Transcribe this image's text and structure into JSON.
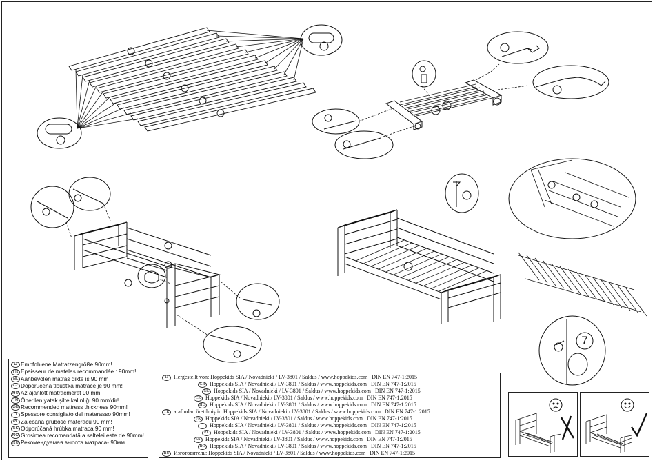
{
  "mattress_note": [
    {
      "code": "D",
      "text": "Empfohlene Matratzengröße 90mm!"
    },
    {
      "code": "FR",
      "text": "Epaisseur de matelas recommandée : 90mm!"
    },
    {
      "code": "NL",
      "text": "Aanbevolen matras dikte is 90 mm"
    },
    {
      "code": "CZ",
      "text": "Doporučená tloušťka matrace je 90 mm!"
    },
    {
      "code": "HU",
      "text": "Az ajánlott matracméret 90 mm!"
    },
    {
      "code": "TR",
      "text": "Önerilen yatak şilte kalınlığı 90 mm'dir!"
    },
    {
      "code": "GB",
      "text": "Recommended mattress thickness 90mm!"
    },
    {
      "code": "IT",
      "text": "Spessore consigliato del materasso 90mm!"
    },
    {
      "code": "PL",
      "text": "Zalecana grubość materacu 90 mm!"
    },
    {
      "code": "SK",
      "text": "Odporúčaná hrúbka matraca 90 mm!"
    },
    {
      "code": "RO",
      "text": "Grosimea recomandată a saltelei este de 90mm!"
    },
    {
      "code": "RU",
      "text": "Рекомендуемая высота матраса- 90мм"
    }
  ],
  "manufacturer_note": [
    {
      "code": "D",
      "prefix": "Hergestellt von:",
      "text": "Hoppekids SIA / Novadnieki / LV-3801 / Saldus / www.hoppekids.com",
      "standard": "DIN EN 747-1:2015"
    },
    {
      "code": "GB",
      "prefix": "",
      "text": "Hoppekids SIA / Novadnieki / LV-3801 / Saldus / www.hoppekids.com",
      "standard": "DIN EN 747-1:2015"
    },
    {
      "code": "NL",
      "prefix": "",
      "text": "Hoppekids SIA / Novadnieki / LV-3801 / Saldus / www.hoppekids.com",
      "standard": "DIN EN 747-1:2015"
    },
    {
      "code": "CZ",
      "prefix": "",
      "text": "Hoppekids SIA / Novadnieki / LV-3801 / Saldus / www.hoppekids.com",
      "standard": "DIN EN 747-1:2015"
    },
    {
      "code": "HU",
      "prefix": "",
      "text": "Hoppekids SIA / Novadnieki / LV-3801 / Saldus / www.hoppekids.com",
      "standard": "DIN EN 747-1:2015"
    },
    {
      "code": "TR",
      "prefix": "arafından üretilmiştir:",
      "text": "Hoppekids SIA / Novadnieki / LV-3801 / Saldus / www.hoppekids.com",
      "standard": "DIN EN 747-1:2015"
    },
    {
      "code": "FR",
      "prefix": "",
      "text": "Hoppekids SIA / Novadnieki / LV-3801 / Saldus / www.hoppekids.com",
      "standard": "DIN EN 747-1:2015"
    },
    {
      "code": "IT",
      "prefix": "",
      "text": "Hoppekids SIA / Novadnieki / LV-3801 / Saldus / www.hoppekids.com",
      "standard": "DIN EN 747-1:2015"
    },
    {
      "code": "PL",
      "prefix": "",
      "text": "Hoppekids SIA / Novadnieki / LV-3801 / Saldus / www.hoppekids.com",
      "standard": "DIN EN 747-1:2015"
    },
    {
      "code": "SK",
      "prefix": "",
      "text": "Hoppekids SIA / Novadnieki / LV-3801 / Saldus / www.hoppekids.com",
      "standard": "DIN EN 747-1:2015"
    },
    {
      "code": "RO",
      "prefix": "",
      "text": "Hoppekids SIA / Novadnieki / LV-3801 / Saldus / www.hoppekids.com",
      "standard": "DIN EN 747-1:2015"
    },
    {
      "code": "RU",
      "prefix": "Изготовитель:",
      "text": "Hoppekids SIA / Novadnieki / LV-3801 / Saldus / www.hoppekids.com",
      "standard": "DIN EN 747-1:2015"
    }
  ],
  "step_number": "7",
  "icons": {
    "wrong": "sad-face-cross-icon",
    "right": "happy-face-check-icon"
  }
}
